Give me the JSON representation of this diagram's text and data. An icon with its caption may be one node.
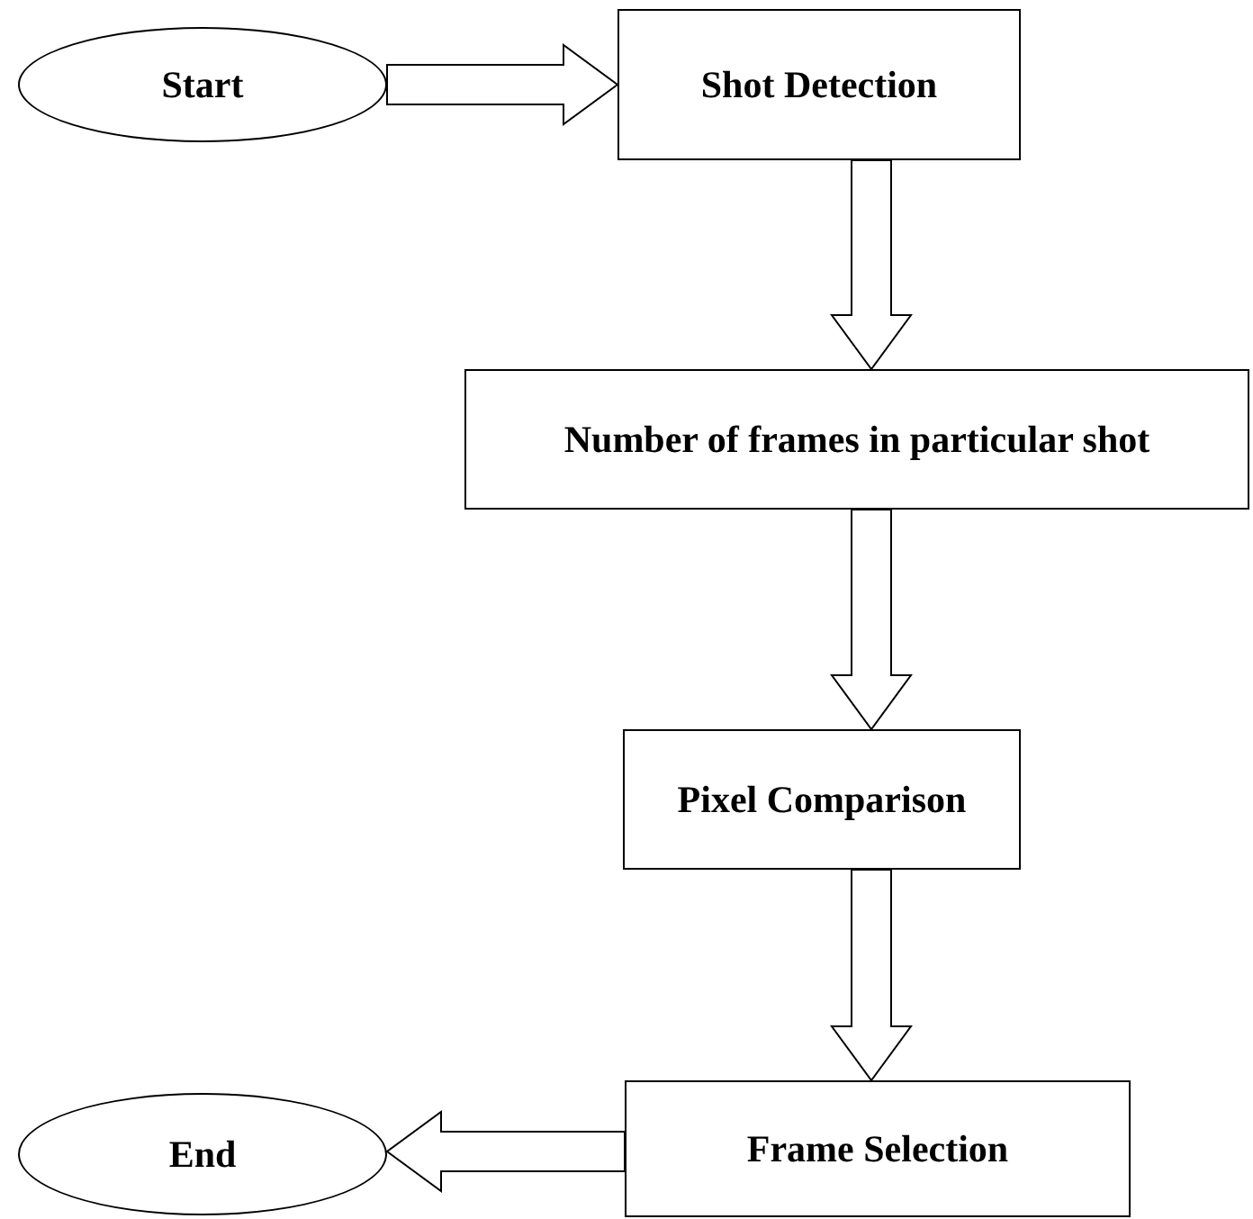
{
  "diagram": {
    "nodes": [
      {
        "text": [
          "Start"
        ]
      },
      {
        "text": [
          "Shot Detection"
        ]
      },
      {
        "text": [
          "Number of frames in particular shot"
        ]
      },
      {
        "text": [
          "Pixel Comparison"
        ]
      },
      {
        "text": [
          "Frame Selection"
        ]
      },
      {
        "text": [
          "End"
        ]
      }
    ],
    "edges": [
      {
        "from": 0,
        "to": 1,
        "arrow": "to"
      },
      {
        "from": 1,
        "to": 2,
        "arrow": "to"
      },
      {
        "from": 2,
        "to": 3,
        "arrow": "to"
      },
      {
        "from": 3,
        "to": 4,
        "arrow": "to"
      },
      {
        "from": 4,
        "to": 5,
        "arrow": "to"
      }
    ]
  }
}
